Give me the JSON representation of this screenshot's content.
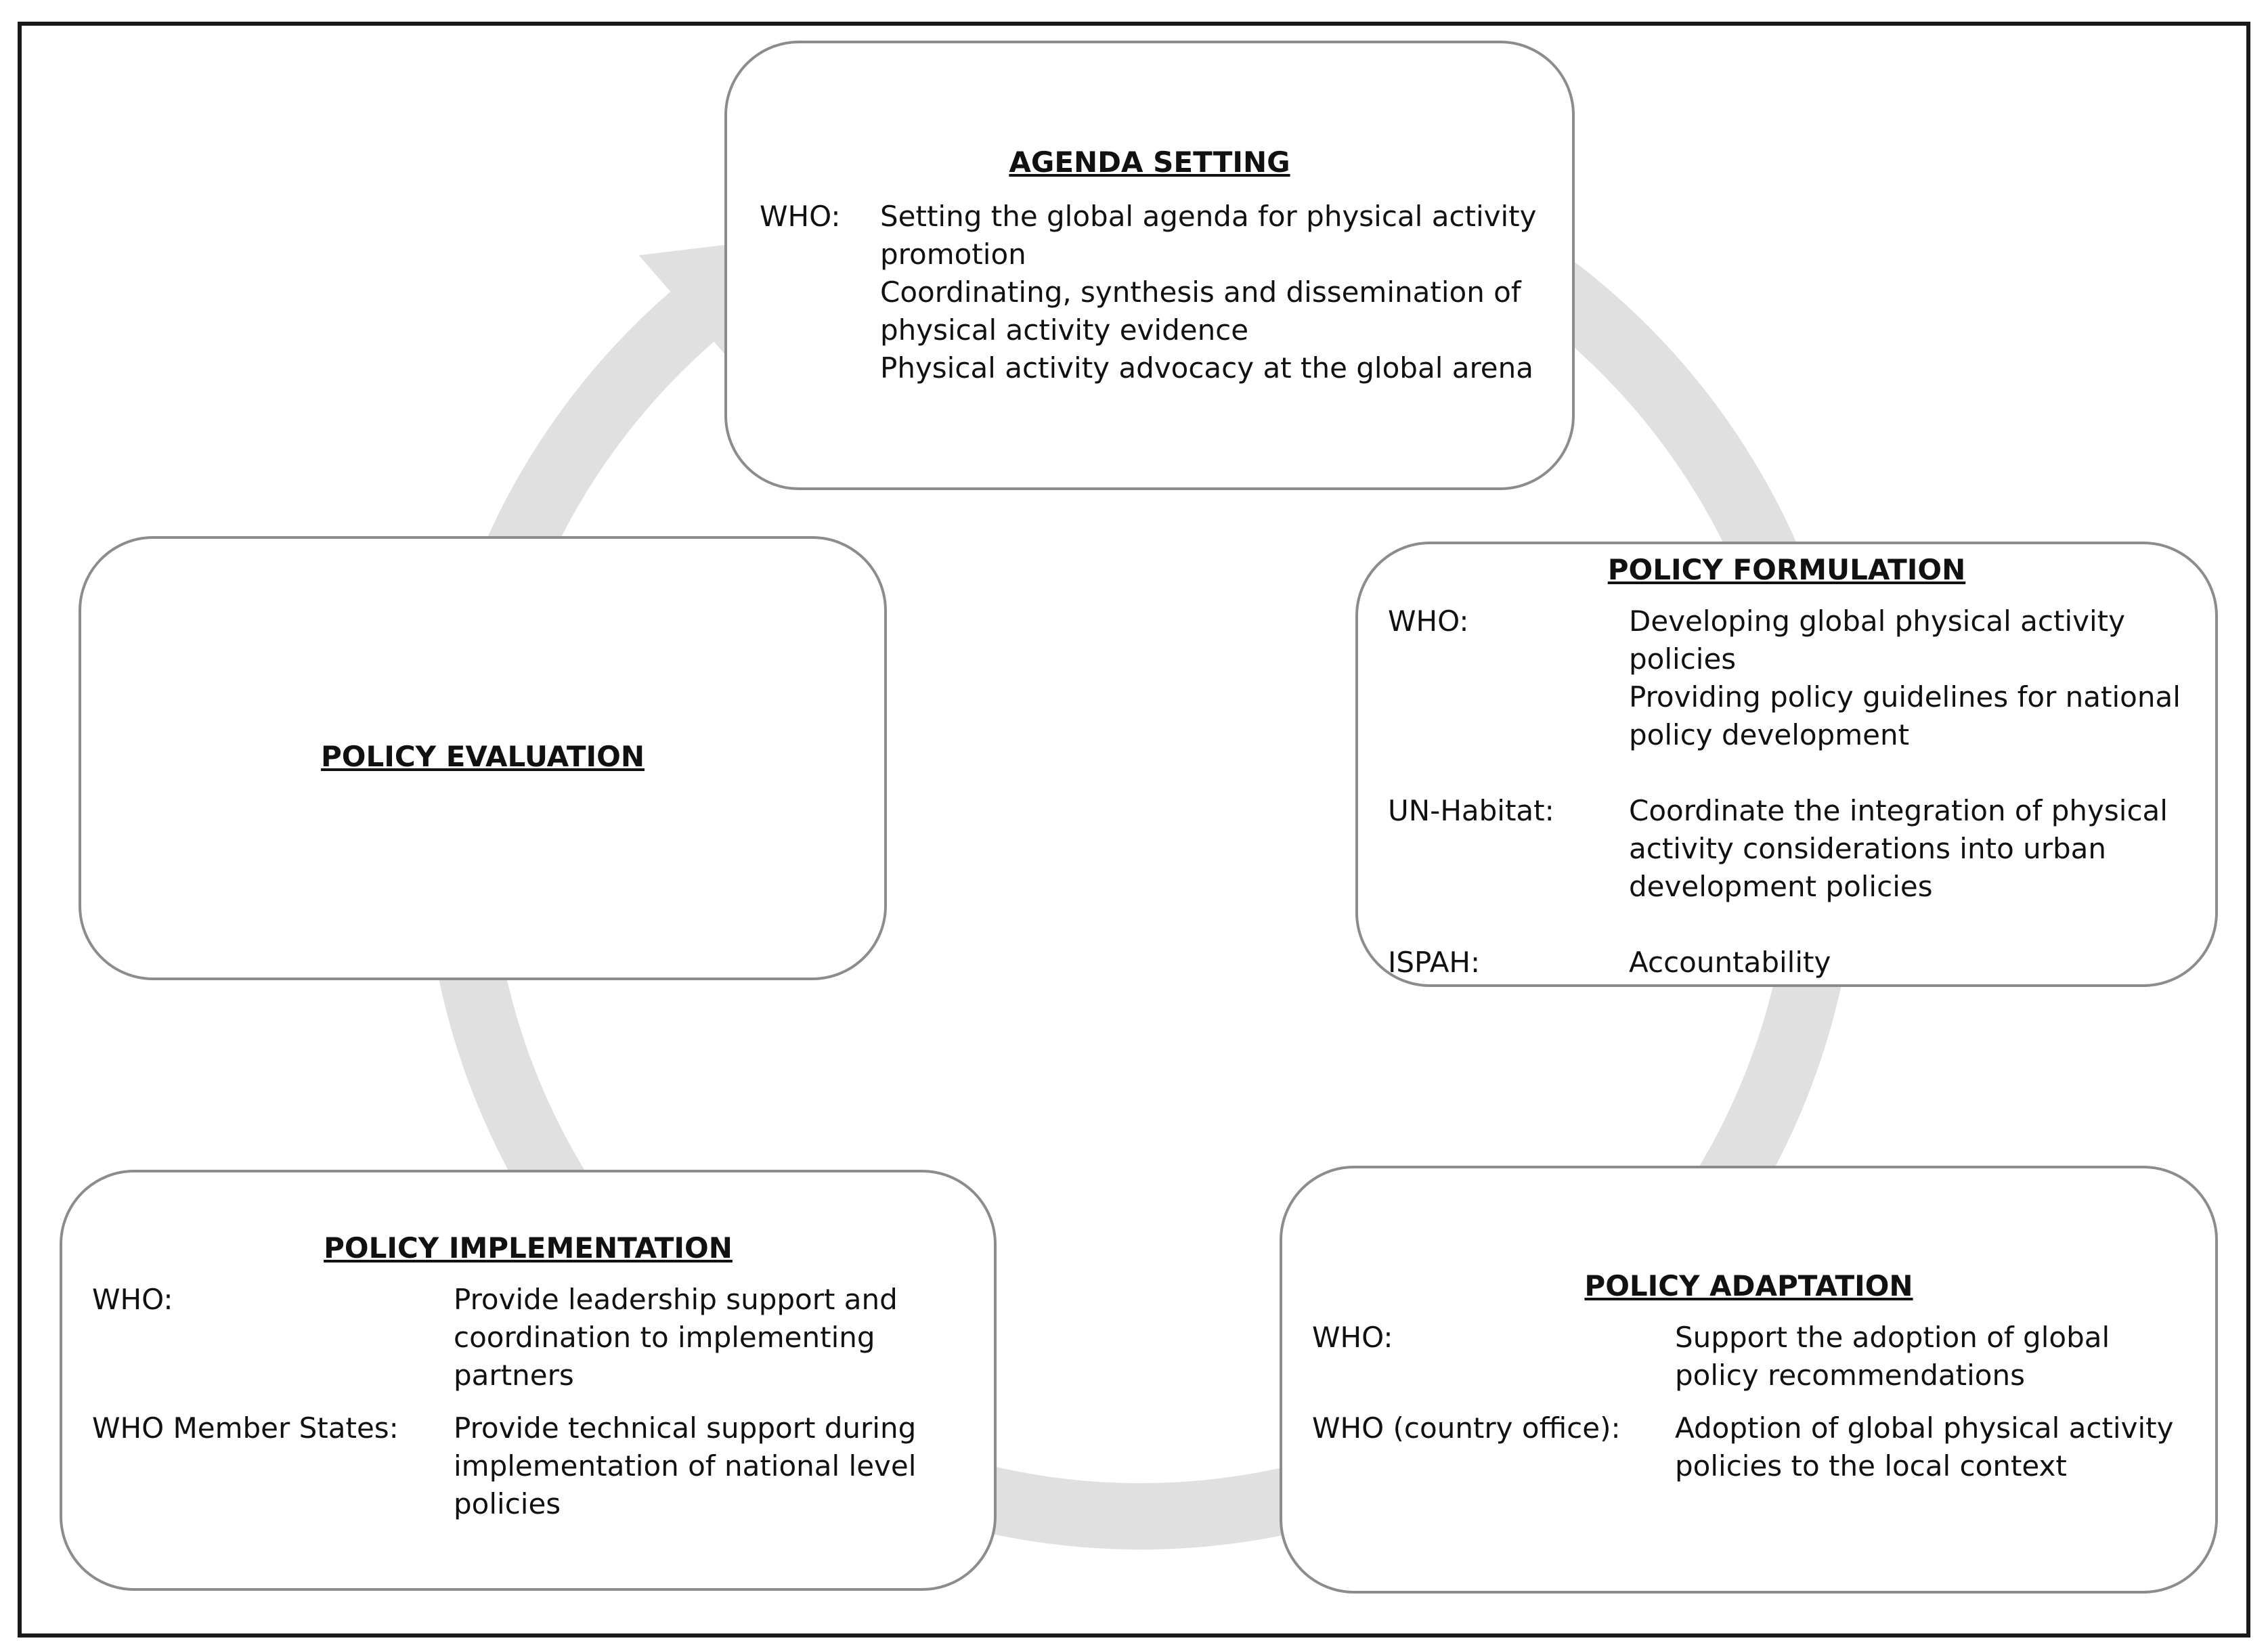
{
  "cycle_color": "#e0e0e0",
  "border_color": "#8c8c8c",
  "stages": {
    "agenda_setting": {
      "title": "AGENDA SETTING",
      "rows": [
        {
          "actor": "WHO:",
          "lines": [
            "Setting the global agenda for physical activity",
            "promotion",
            "Coordinating, synthesis and dissemination of",
            "physical activity evidence",
            "Physical activity advocacy at the global arena"
          ]
        }
      ]
    },
    "policy_formulation": {
      "title": "POLICY FORMULATION",
      "rows": [
        {
          "actor": "WHO:",
          "lines": [
            "Developing global physical activity",
            "policies",
            "Providing policy guidelines for national",
            "policy development"
          ]
        },
        {
          "actor": "UN-Habitat:",
          "lines": [
            "Coordinate the integration of physical",
            "activity considerations into urban",
            "development policies"
          ]
        },
        {
          "actor": "ISPAH:",
          "lines": [
            "Accountability"
          ]
        }
      ]
    },
    "policy_adaptation": {
      "title": "POLICY ADAPTATION",
      "rows": [
        {
          "actor": "WHO:",
          "lines": [
            "Support the adoption of global",
            "policy recommendations"
          ]
        },
        {
          "actor": "WHO (country office):",
          "lines": [
            "Adoption of global  physical activity",
            "policies to the local context"
          ]
        }
      ]
    },
    "policy_implementation": {
      "title": "POLICY IMPLEMENTATION",
      "rows": [
        {
          "actor": "WHO:",
          "lines": [
            "Provide leadership support and",
            "coordination to implementing",
            "partners"
          ]
        },
        {
          "actor": "WHO Member States:",
          "lines": [
            "Provide technical support during",
            "implementation of national level",
            "policies"
          ]
        }
      ]
    },
    "policy_evaluation": {
      "title": "POLICY EVALUATION",
      "rows": []
    }
  }
}
